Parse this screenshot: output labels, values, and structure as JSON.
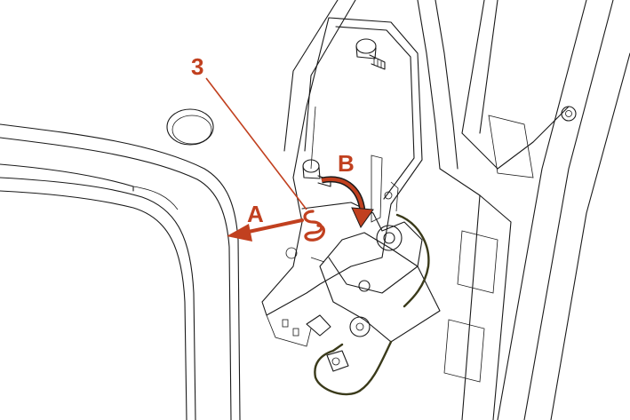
{
  "labels": {
    "callout_3": "3",
    "arrow_a": "A",
    "arrow_b": "B"
  },
  "colors": {
    "callout": "#c1401f",
    "drawing": "#1a1a1a",
    "cable": "#3a3a1a",
    "background": "#ffffff"
  }
}
